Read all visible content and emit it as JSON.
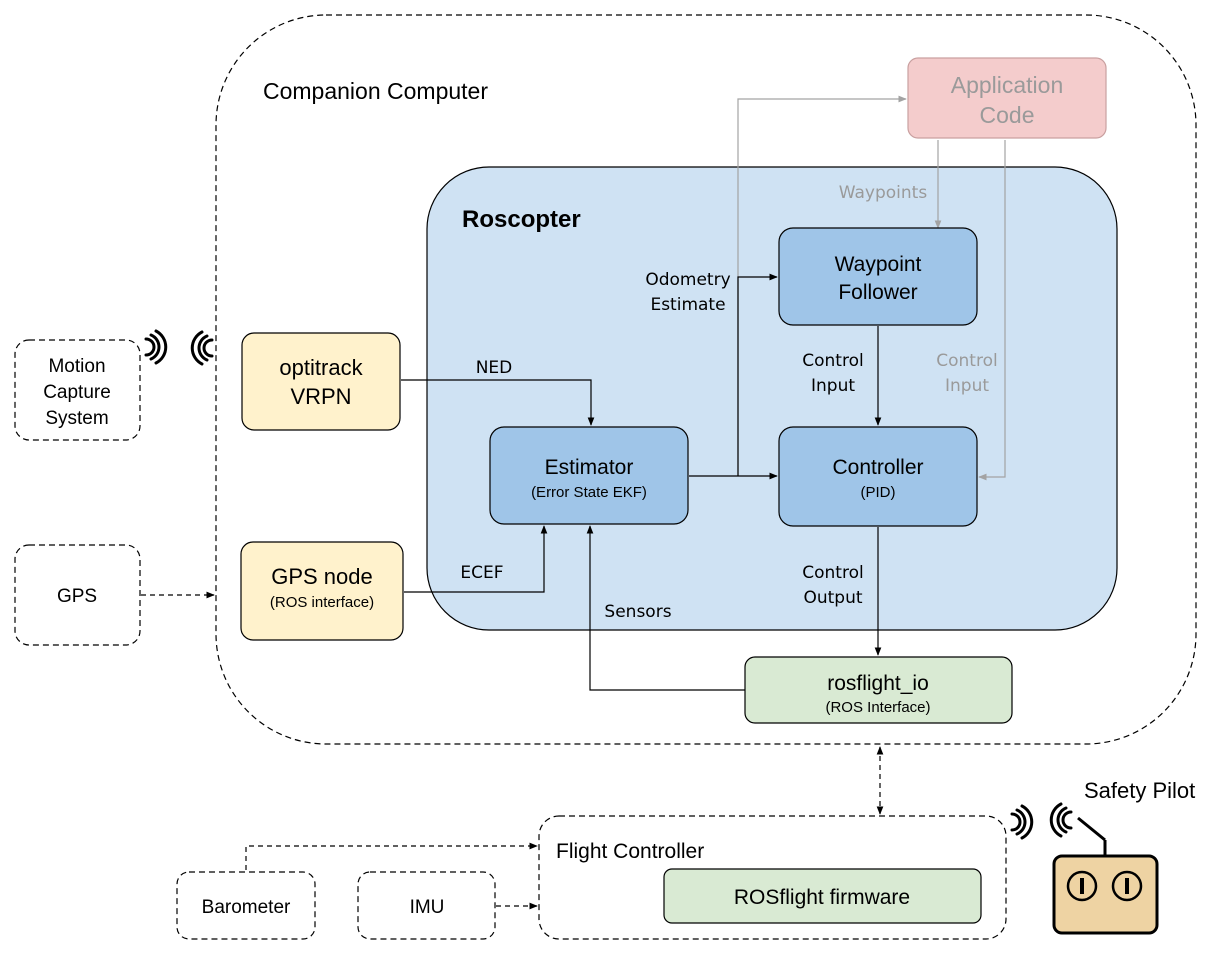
{
  "colors": {
    "roscopter_fill": "#cfe2f3",
    "node_blue": "#9fc5e8",
    "node_yellow": "#fff2cc",
    "node_green": "#d9ead3",
    "app_fill": "#f4cccc",
    "app_stroke": "#c9a0a0",
    "app_text": "#9a9a9a",
    "gray_line": "#a3a3a3",
    "gray_label": "#9a9a9a",
    "rc_fill": "#eed3a3"
  },
  "containers": {
    "companion_computer": "Companion Computer",
    "roscopter": "Roscopter",
    "flight_controller": "Flight Controller"
  },
  "nodes": {
    "application_code": [
      "Application",
      "Code"
    ],
    "waypoint_follower": [
      "Waypoint",
      "Follower"
    ],
    "optitrack": [
      "optitrack",
      "VRPN"
    ],
    "estimator": {
      "title": "Estimator",
      "subtitle": "(Error State EKF)"
    },
    "controller": {
      "title": "Controller",
      "subtitle": "(PID)"
    },
    "gps_node": {
      "title": "GPS node",
      "subtitle": "(ROS interface)"
    },
    "rosflight_io": {
      "title": "rosflight_io",
      "subtitle": "(ROS Interface)"
    },
    "rosflight_firmware": "ROSflight firmware"
  },
  "external": {
    "motion_capture": [
      "Motion",
      "Capture",
      "System"
    ],
    "gps": "GPS",
    "barometer": "Barometer",
    "imu": "IMU",
    "safety_pilot": "Safety Pilot"
  },
  "edge_labels": {
    "waypoints": "Waypoints",
    "odometry_estimate": [
      "Odometry",
      "Estimate"
    ],
    "ned": "NED",
    "ecef": "ECEF",
    "sensors": "Sensors",
    "control_input": [
      "Control",
      "Input"
    ],
    "control_input_app": [
      "Control",
      "Input"
    ],
    "control_output": [
      "Control",
      "Output"
    ]
  }
}
